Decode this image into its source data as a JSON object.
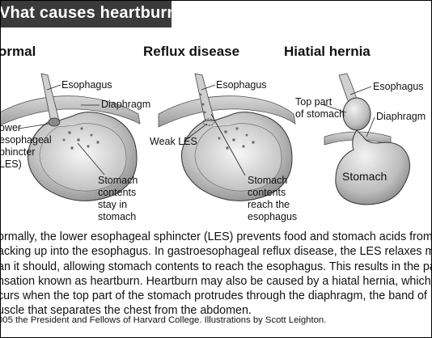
{
  "title": "Vhat causes heartburn?",
  "panels": [
    {
      "title": "ormal",
      "labels": {
        "esophagus": "Esophagus",
        "diaphragm": "Diaphragm",
        "les": [
          "ower",
          "esophageal",
          "phincter",
          "LES)"
        ],
        "stomach_contents": [
          "Stomach",
          "contents",
          "stay in",
          "stomach"
        ]
      }
    },
    {
      "title": "Reflux disease",
      "labels": {
        "esophagus": "Esophagus",
        "weak_les": "Weak LES",
        "stomach_contents": [
          "Stomach",
          "contents",
          "reach the",
          "esophagus"
        ]
      }
    },
    {
      "title": "Hiatial hernia",
      "labels": {
        "esophagus": "Esophagus",
        "top_part": [
          "Top part",
          "of stomach"
        ],
        "diaphragm": "Diaphragm",
        "stomach": "Stomach"
      }
    }
  ],
  "caption": [
    "ormally, the lower esophageal sphincter (LES) prevents food and stomach acids from",
    "acking up into the esophagus. In gastroesophageal reflux disease, the LES relaxes more",
    "an it should, allowing stomach contents to reach the esophagus. This results in the painful",
    "nsation known as heartburn. Heartburn may also be caused by a hiatal hernia, which",
    "curs when the top part of the stomach protrudes through the diaphragm, the band of",
    "uscle that separates the chest from the abdomen."
  ],
  "credit": "005 the President and Fellows of Harvard College. Illustrations by Scott Leighton."
}
